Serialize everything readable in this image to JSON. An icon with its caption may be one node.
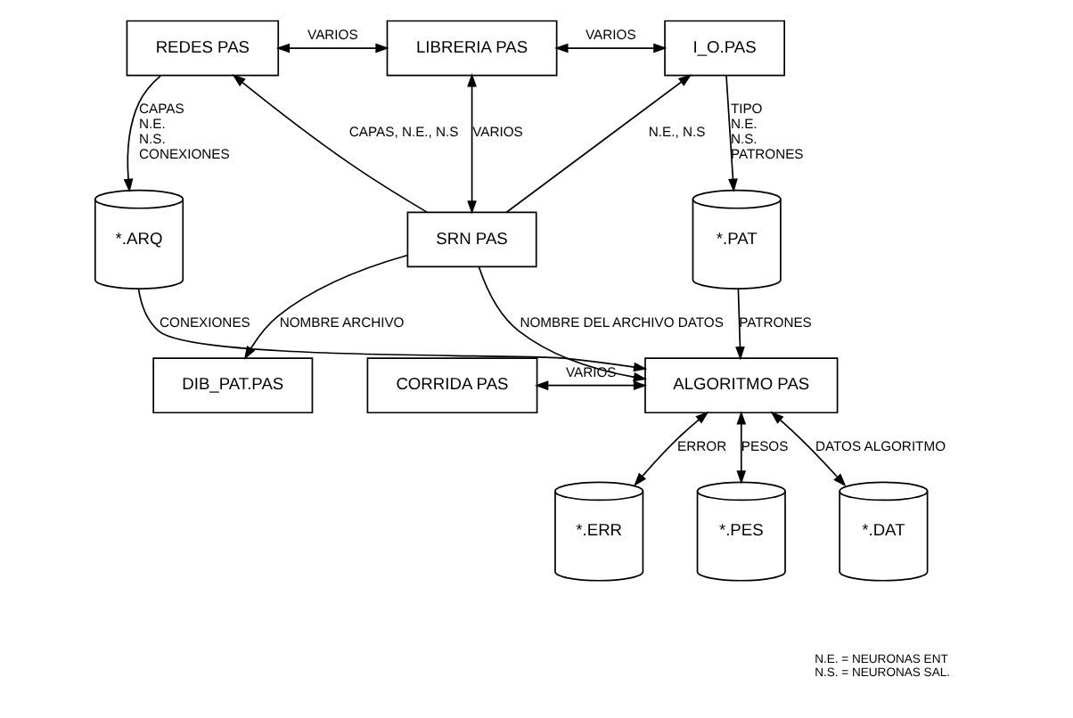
{
  "diagram": {
    "nodes": [
      {
        "text": [
          "REDES PAS"
        ]
      },
      {
        "text": [
          "LIBRERIA PAS"
        ]
      },
      {
        "text": [
          "I_O.PAS"
        ]
      },
      {
        "text": [
          "*.ARQ"
        ]
      },
      {
        "text": [
          "SRN PAS"
        ]
      },
      {
        "text": [
          "*.PAT"
        ]
      },
      {
        "text": [
          "DIB_PAT.PAS"
        ]
      },
      {
        "text": [
          "CORRIDA PAS"
        ]
      },
      {
        "text": [
          "ALGORITMO PAS"
        ]
      },
      {
        "text": [
          "*.ERR"
        ]
      },
      {
        "text": [
          "*.PES"
        ]
      },
      {
        "text": [
          "*.DAT"
        ]
      }
    ],
    "edges": [
      {
        "from": 0,
        "to": 1,
        "arrow": "both",
        "label": "VARIOS"
      },
      {
        "from": 1,
        "to": 2,
        "arrow": "both",
        "label": "VARIOS"
      },
      {
        "from": 0,
        "to": 3,
        "arrow": "to",
        "label": "CAPAS N.E. N.S. CONEXIONES"
      },
      {
        "from": 1,
        "to": 4,
        "arrow": "both",
        "label": "VARIOS"
      },
      {
        "from": 4,
        "to": 0,
        "arrow": "to",
        "label": "CAPAS, N.E., N.S"
      },
      {
        "from": 4,
        "to": 2,
        "arrow": "to",
        "label": "N.E., N.S"
      },
      {
        "from": 2,
        "to": 5,
        "arrow": "to",
        "label": "TIPO N.E. N.S. PATRONES"
      },
      {
        "from": 4,
        "to": 6,
        "arrow": "to",
        "label": "NOMBRE ARCHIVO"
      },
      {
        "from": 4,
        "to": 8,
        "arrow": "to",
        "label": "NOMBRE DEL ARCHIVO DATOS"
      },
      {
        "from": 3,
        "to": 8,
        "arrow": "to",
        "label": "CONEXIONES"
      },
      {
        "from": 5,
        "to": 8,
        "arrow": "to",
        "label": "PATRONES"
      },
      {
        "from": 7,
        "to": 8,
        "arrow": "both",
        "label": "VARIOS"
      },
      {
        "from": 8,
        "to": 9,
        "arrow": "both",
        "label": "ERROR"
      },
      {
        "from": 8,
        "to": 10,
        "arrow": "both",
        "label": "PESOS"
      },
      {
        "from": 8,
        "to": 11,
        "arrow": "both",
        "label": "DATOS ALGORITMO"
      }
    ],
    "labels": [
      "N.E. = NEURONAS ENT",
      "N.S. = NEURONAS SAL."
    ]
  }
}
